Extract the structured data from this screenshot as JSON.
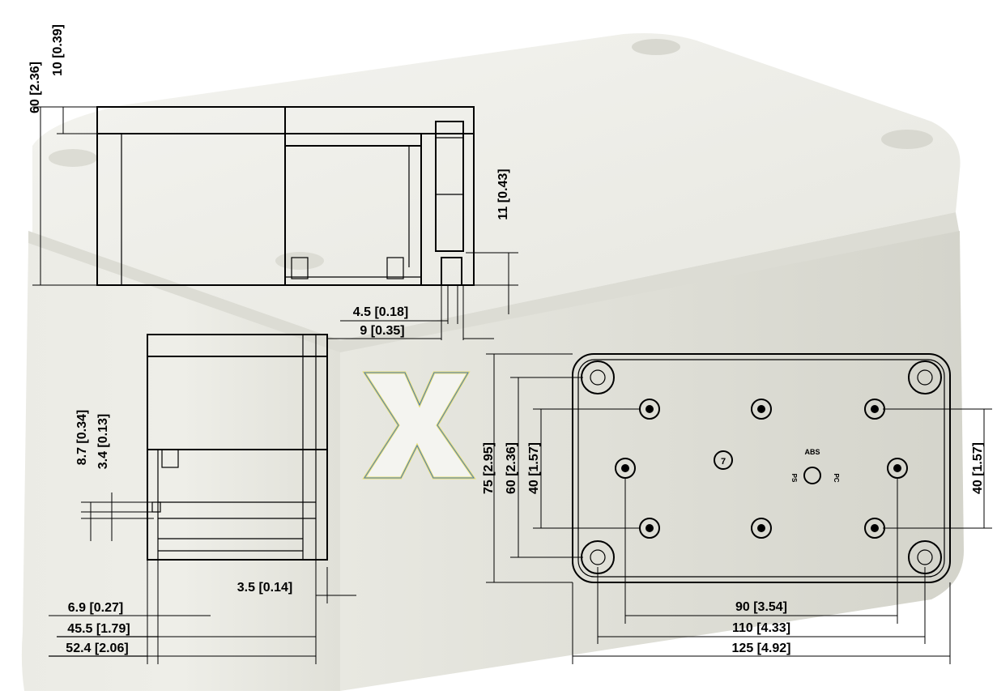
{
  "colors": {
    "photo_light": "#f1f1ec",
    "photo_mid": "#e4e4dd",
    "photo_shadow": "#cfcfc6",
    "line": "#000000",
    "mark_fill": "#f4f4f0",
    "mark_outline_yellow": "#e8e070",
    "mark_outline_blue": "#4a78b8"
  },
  "logo_mark": "X",
  "dimensions": {
    "side_total_height": "60  [2.36]",
    "side_lid_height": "10  [0.39]",
    "side_screw_height": "11  [0.43]",
    "screw_small": "4.5  [0.18]",
    "screw_large": "9  [0.35]",
    "end_upper": "8.7  [0.34]",
    "end_lower": "3.4  [0.13]",
    "end_wall": "3.5  [0.14]",
    "end_a": "6.9  [0.27]",
    "end_b": "45.5  [1.79]",
    "end_c": "52.4  [2.06]",
    "top_75": "75  [2.95]",
    "top_60": "60  [2.36]",
    "top_40_left": "40  [1.57]",
    "top_40_right": "40  [1.57]",
    "top_90": "90  [3.54]",
    "top_110": "110  [4.33]",
    "top_125": "125  [4.92]"
  },
  "marks": {
    "abs": "ABS",
    "ps": "PS",
    "pc": "PC",
    "recycle": "7"
  }
}
